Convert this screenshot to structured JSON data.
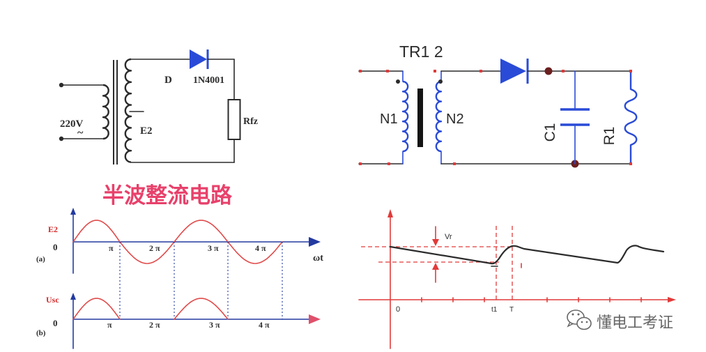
{
  "title": "半波整流电路",
  "circuit_left": {
    "source_voltage": "220V",
    "source_symbol": "~",
    "secondary_label": "E2",
    "diode_label": "D",
    "diode_model": "1N4001",
    "load_label": "Rfz"
  },
  "circuit_right": {
    "transformer_label": "TR1 2",
    "primary_label": "N1",
    "secondary_label": "N2",
    "capacitor_label": "C1",
    "resistor_label": "R1"
  },
  "waveform_a": {
    "tag": "(a)",
    "y_label": "E2",
    "origin_label": "0",
    "x_label": "ωt",
    "ticks": [
      "π",
      "2 π",
      "3 π",
      "4 π"
    ]
  },
  "waveform_b": {
    "tag": "(b)",
    "y_label": "Usc",
    "origin_label": "0",
    "ticks": [
      "π",
      "2 π",
      "3 π",
      "4 π"
    ]
  },
  "waveform_filtered": {
    "ripple_label": "Vr",
    "origin_label": "0",
    "t1_label": "t1",
    "period_label": "T"
  },
  "watermark": {
    "icon": "wechat-icon",
    "text": "懂电工考证"
  },
  "colors": {
    "title": "#e8416b",
    "wire": "#2b2b2b",
    "component_blue": "#2a4bd7",
    "core": "#141414",
    "node": "#6b1f1f",
    "pin_red": "#e03a3a",
    "wave_red": "#e04a4a",
    "label_red": "#d22b2b",
    "axis_blue": "#233aa0",
    "axis_red": "#e23a3a",
    "arrow_pink": "#e0506a",
    "text_dark": "#2b2b2b",
    "watermark_gray": "#666666"
  }
}
